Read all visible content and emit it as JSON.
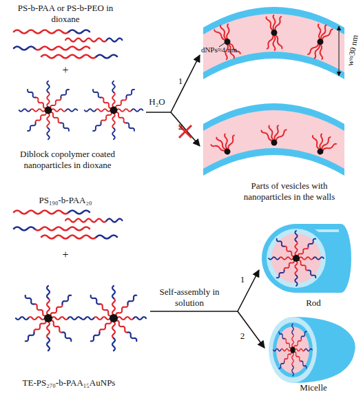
{
  "diagram": {
    "labels": [
      "PS-b-PAA or PS-b-PEO in dioxane",
      "+",
      "Diblock copolymer coated nanoparticles in dioxane",
      "H₂O",
      "1",
      "2",
      "dNPs≈4 nm",
      "w≈30 nm",
      "Parts of vesicles with nanoparticles in the walls",
      "PS₁₉₀-b-PAA₂₀",
      "+",
      "Self-assembly in solution",
      "1",
      "2",
      "Rod",
      "TE-PS₂₇₀-b-PAA₁₅AuNPs",
      "Micelle"
    ]
  }
}
